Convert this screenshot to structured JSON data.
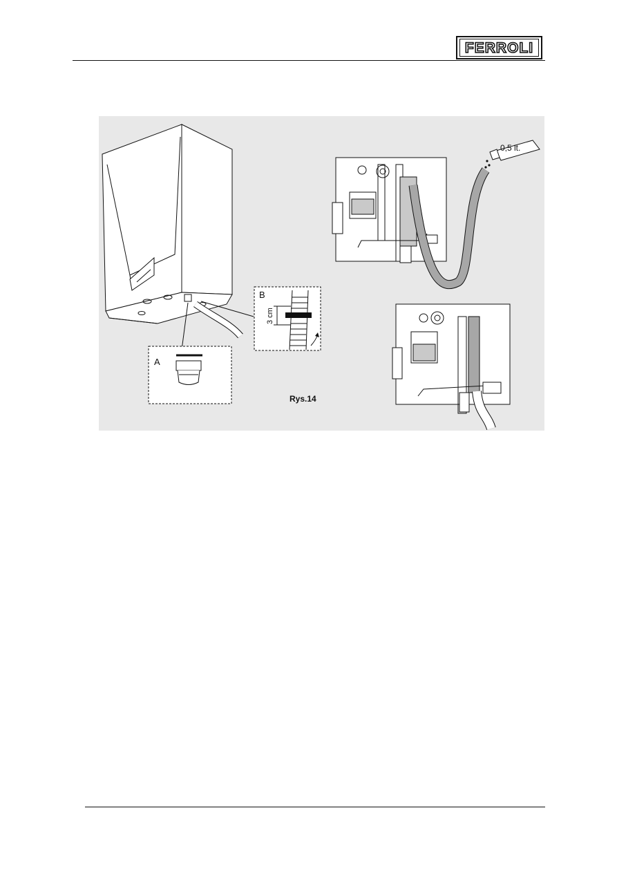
{
  "header": {
    "logo_text": "FERROLI"
  },
  "figure": {
    "caption": "Rys.14",
    "inset_a_label": "A",
    "inset_b_label": "B",
    "dimension_label": "3 cm",
    "volume_label": "0,5 lt."
  },
  "colors": {
    "background": "#ffffff",
    "figure_background": "#e8e8e8",
    "line": "#111111",
    "liquid": "#a7a7a7"
  }
}
